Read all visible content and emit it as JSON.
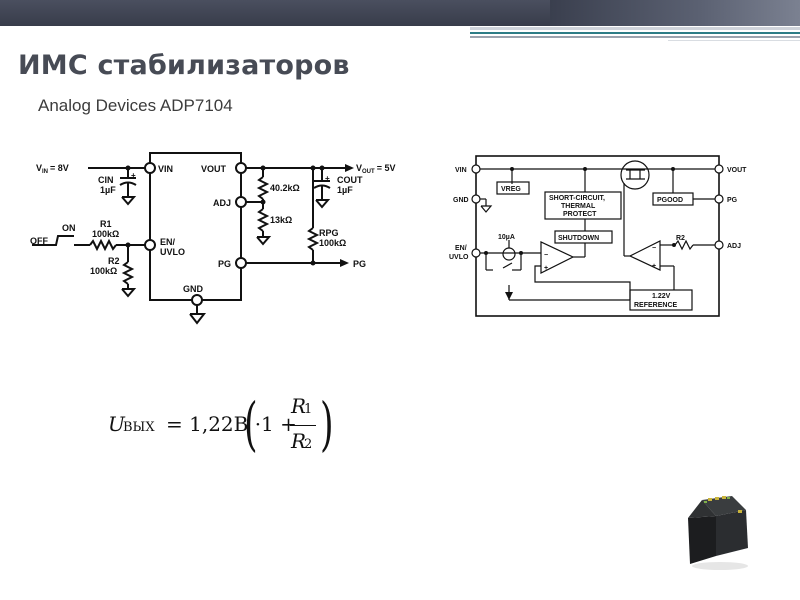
{
  "slide": {
    "title": "ИМС стабилизаторов",
    "subtitle": "Analog Devices ADP7104"
  },
  "application_circuit": {
    "vin_label": "V",
    "vin_sub": "IN",
    "vin_value": "= 8V",
    "vout_label": "V",
    "vout_sub": "OUT",
    "vout_value": "= 5V",
    "pins": [
      "VIN",
      "VOUT",
      "ADJ",
      "EN/",
      "UVLO",
      "PG",
      "GND"
    ],
    "cin": [
      "CIN",
      "1µF"
    ],
    "cout": [
      "COUT",
      "1µF"
    ],
    "r1": [
      "R1",
      "100kΩ"
    ],
    "r2": [
      "R2",
      "100kΩ"
    ],
    "rpg": [
      "RPG",
      "100kΩ"
    ],
    "r_top": "40.2kΩ",
    "r_bottom": "13kΩ",
    "off_label": "OFF",
    "on_label": "ON",
    "pg_out": "PG",
    "plus": "+"
  },
  "block_diagram": {
    "pins_left": [
      "VIN",
      "GND",
      "EN/",
      "UVLO"
    ],
    "pins_right": [
      "VOUT",
      "PG",
      "ADJ"
    ],
    "blocks": [
      "VREG",
      "SHORT-CIRCUIT,",
      "THERMAL",
      "PROTECT",
      "SHUTDOWN",
      "PGOOD",
      "1.22V",
      "REFERENCE"
    ],
    "current_source": "10µA",
    "r2": "R2",
    "minus": "−",
    "plus": "+"
  },
  "formula": {
    "u": "U",
    "sub": "ВЫХ",
    "equals": "= 1,22В ·",
    "one_plus": "1 +",
    "r1": "R",
    "r1_sub": "1",
    "r2": "R",
    "r2_sub": "2"
  }
}
